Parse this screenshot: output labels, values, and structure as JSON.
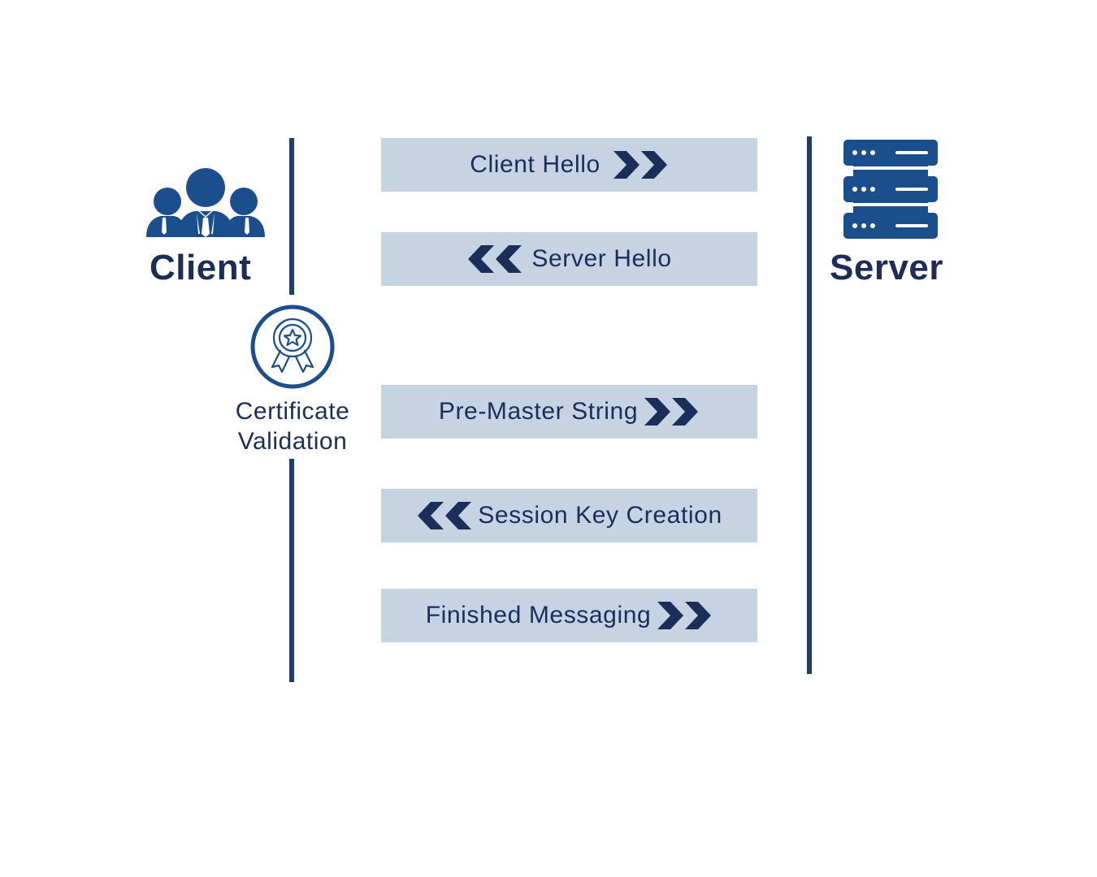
{
  "colors": {
    "navy": "#1c2d59",
    "line": "#1c3d6e",
    "icon_blue": "#1a4e8c",
    "message_bg": "#c5d3e3"
  },
  "client": {
    "label": "Client",
    "icon": "people-group-icon"
  },
  "server": {
    "label": "Server",
    "icon": "server-rack-icon"
  },
  "certificate": {
    "line1": "Certificate",
    "line2": "Validation",
    "icon": "award-badge-icon"
  },
  "messages": [
    {
      "text": "Client Hello",
      "direction": "right"
    },
    {
      "text": "Server Hello",
      "direction": "left"
    },
    {
      "text": "Pre-Master String",
      "direction": "right"
    },
    {
      "text": "Session Key Creation",
      "direction": "left"
    },
    {
      "text": "Finished Messaging",
      "direction": "right"
    }
  ]
}
